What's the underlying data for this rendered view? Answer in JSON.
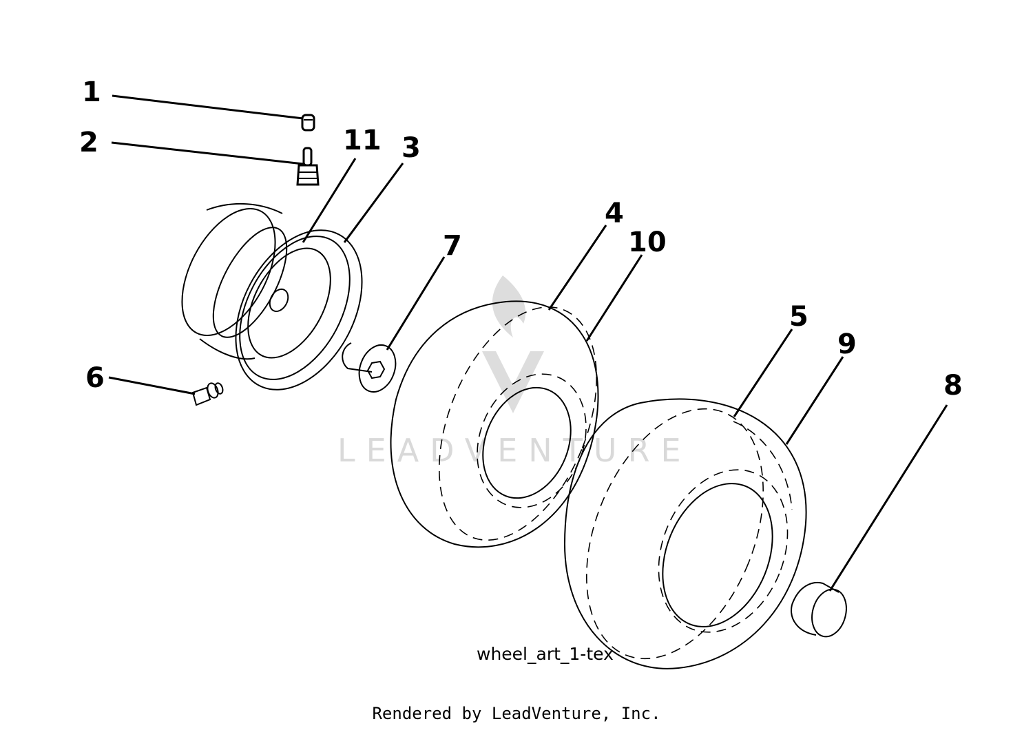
{
  "diagram": {
    "callouts": [
      {
        "id": "1",
        "label": "1"
      },
      {
        "id": "2",
        "label": "2"
      },
      {
        "id": "11",
        "label": "11"
      },
      {
        "id": "3",
        "label": "3"
      },
      {
        "id": "4",
        "label": "4"
      },
      {
        "id": "10",
        "label": "10"
      },
      {
        "id": "7",
        "label": "7"
      },
      {
        "id": "6",
        "label": "6"
      },
      {
        "id": "5",
        "label": "5"
      },
      {
        "id": "9",
        "label": "9"
      },
      {
        "id": "8",
        "label": "8"
      }
    ],
    "art_label": "wheel_art_1-tex",
    "watermark": "LEADVENTURE",
    "footer": "Rendered by LeadVenture, Inc.",
    "colors": {
      "line": "#000000",
      "watermark": "#d9d9d9",
      "background": "#ffffff"
    }
  }
}
